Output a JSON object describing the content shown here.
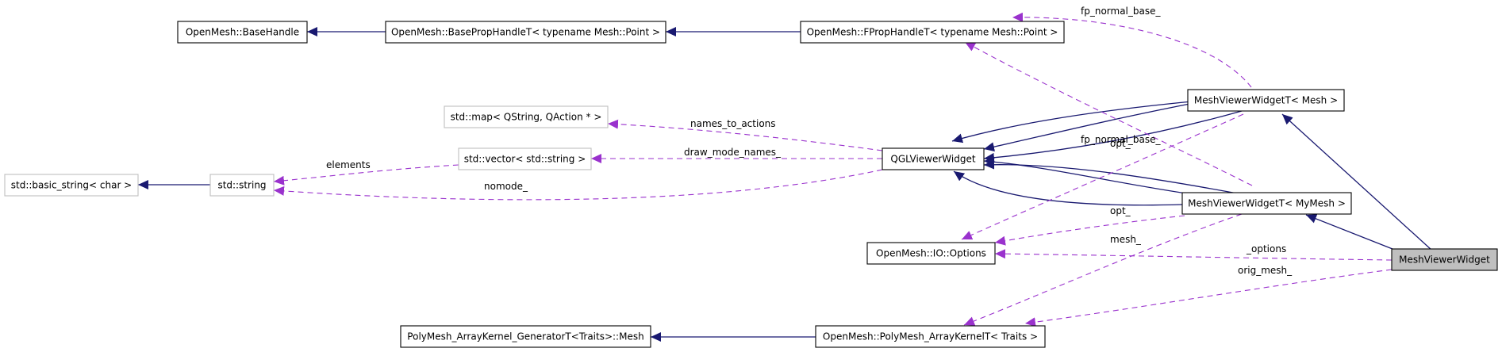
{
  "colors": {
    "inheritance_edge": "#191970",
    "usage_edge": "#9a32cd",
    "node_border": "#000000",
    "external_node_border": "#bfbfbf",
    "focus_node_fill": "#bfbfbf"
  },
  "nodes": {
    "base_handle": "OpenMesh::BaseHandle",
    "base_prop_handle": "OpenMesh::BasePropHandleT< typename Mesh::Point >",
    "fprop_handle": "OpenMesh::FPropHandleT< typename Mesh::Point >",
    "std_map": "std::map< QString, QAction * >",
    "std_vector": "std::vector< std::string >",
    "std_basic_string": "std::basic_string< char >",
    "std_string": "std::string",
    "qgl_viewer_widget": "QGLViewerWidget",
    "mesh_viewer_widget_mesh": "MeshViewerWidgetT< Mesh >",
    "mesh_viewer_widget_mymesh": "MeshViewerWidgetT< MyMesh >",
    "io_options": "OpenMesh::IO::Options",
    "mesh_viewer_widget": "MeshViewerWidget",
    "polymesh_generator": "PolyMesh_ArrayKernel_GeneratorT<Traits>::Mesh",
    "polymesh_kernel": "OpenMesh::PolyMesh_ArrayKernelT< Traits >"
  },
  "edge_labels": {
    "fp_normal_base_top": "fp_normal_base_",
    "fp_normal_base_mid": "fp_normal_base_",
    "names_to_actions": "names_to_actions",
    "draw_mode_names": "draw_mode_names_",
    "elements": "elements",
    "nomode": "nomode_",
    "opt_upper": "opt_",
    "opt_lower": "opt_",
    "mesh": "mesh_",
    "options": "_options",
    "orig_mesh": "orig_mesh_"
  }
}
